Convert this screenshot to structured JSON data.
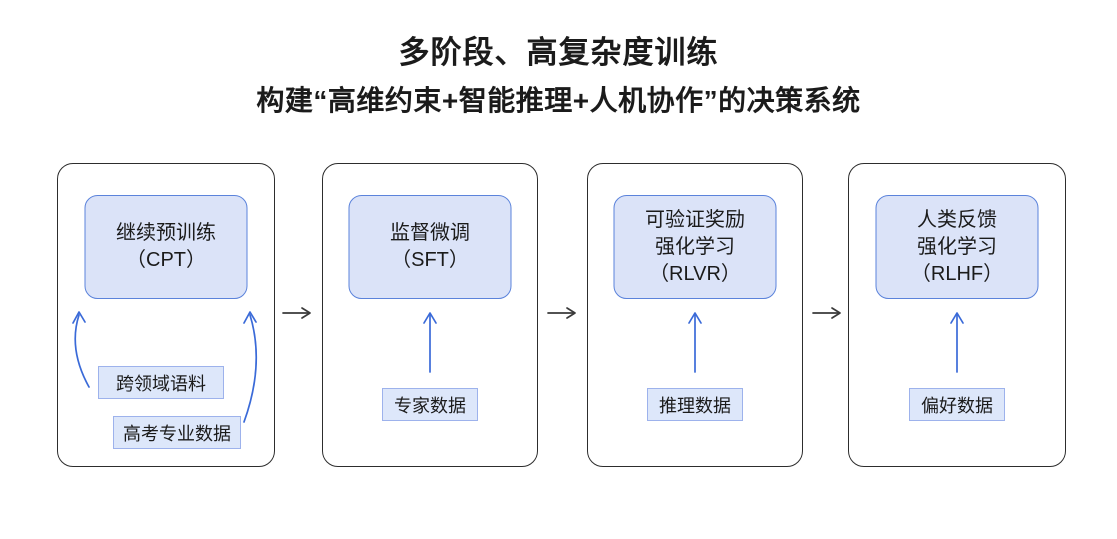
{
  "title": "多阶段、高复杂度训练",
  "subtitle": "构建“高维约束+智能推理+人机协作”的决策系统",
  "stages": [
    {
      "lines": {
        "0": "继续预训练",
        "1": "（CPT）"
      },
      "inputs": {
        "0": "跨领域语料",
        "1": "高考专业数据"
      }
    },
    {
      "lines": {
        "0": "监督微调",
        "1": "（SFT）"
      },
      "inputs": {
        "0": "专家数据"
      }
    },
    {
      "lines": {
        "0": "可验证奖励",
        "1": "强化学习",
        "2": "（RLVR）"
      },
      "inputs": {
        "0": "推理数据"
      }
    },
    {
      "lines": {
        "0": "人类反馈",
        "1": "强化学习",
        "2": "（RLHF）"
      },
      "inputs": {
        "0": "偏好数据"
      }
    }
  ],
  "colors": {
    "stage_fill": "#dbe3f8",
    "stage_border": "#5b83db",
    "label_fill": "#dde7fa",
    "label_border": "#9db2ec",
    "arrow_blue": "#3a6ad8",
    "arrow_dark": "#3a3a3a",
    "outer_border": "#2d2d2d",
    "text_dark": "#1b1b1b"
  }
}
